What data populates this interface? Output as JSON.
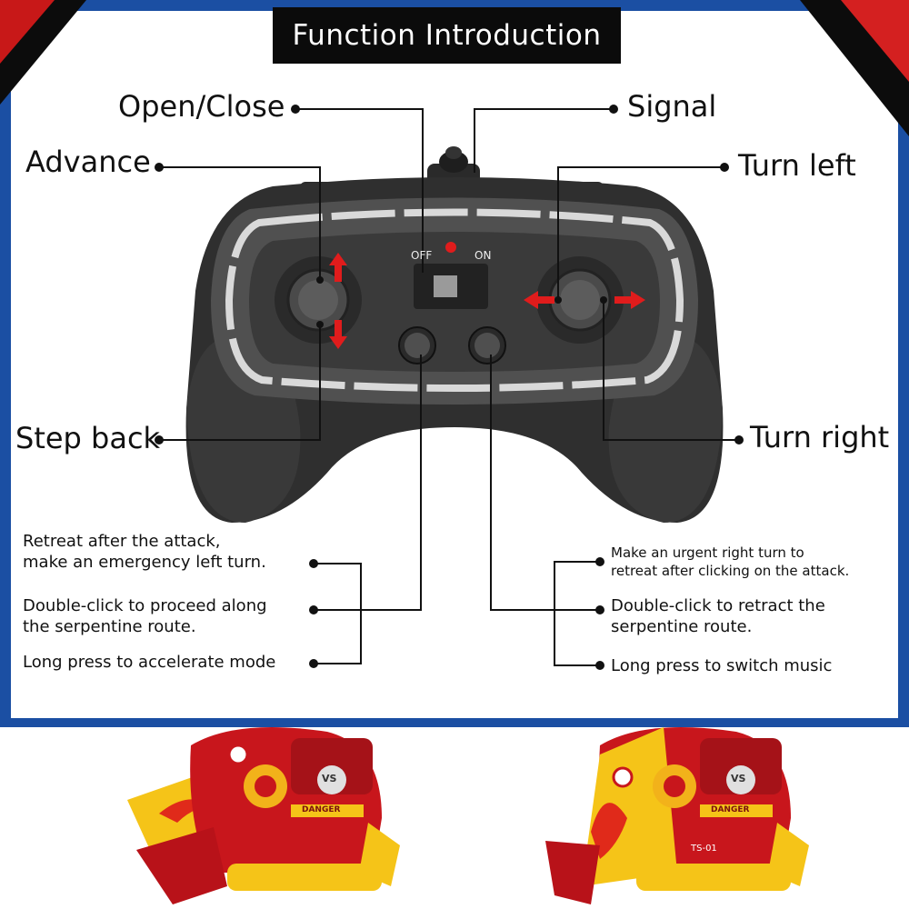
{
  "title": "Function Introduction",
  "switch": {
    "off_label": "OFF",
    "on_label": "ON"
  },
  "labels": {
    "open_close": "Open/Close",
    "signal": "Signal",
    "advance": "Advance",
    "turn_left": "Turn left",
    "step_back": "Step back",
    "turn_right": "Turn right"
  },
  "left_functions": [
    "Retreat after the attack,\nmake an emergency left turn.",
    "Double-click to proceed along\nthe serpentine route.",
    "Long press to accelerate mode"
  ],
  "right_functions": [
    "Make an urgent right turn to\nretreat after clicking on the attack.",
    "Double-click to retract the\nserpentine route.",
    "Long press to switch music"
  ],
  "robot_badge_left": "VS",
  "robot_badge_right": "VS",
  "robot_model": "TS-01",
  "robot_warning": "DANGER"
}
